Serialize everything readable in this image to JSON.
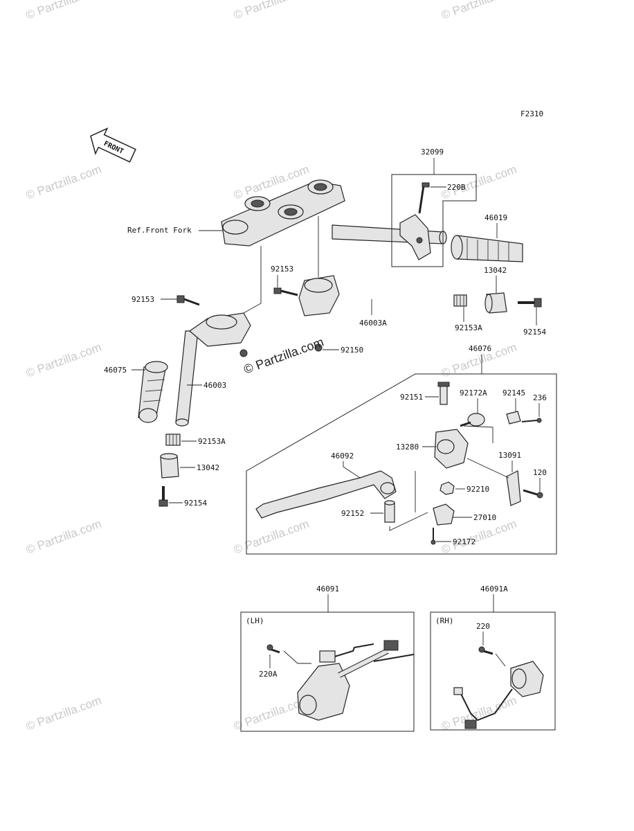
{
  "diagram_code": "F2310",
  "front_arrow_label": "FRONT",
  "ref_label": "Ref.Front Fork",
  "callouts": {
    "c32099": "32099",
    "c220b": "220B",
    "c46019": "46019",
    "c13042_top": "13042",
    "c92154_right": "92154",
    "c92153a_right": "92153A",
    "c46003a": "46003A",
    "c92153_mid": "92153",
    "c92150": "92150",
    "c92153_left": "92153",
    "c46075": "46075",
    "c46003": "46003",
    "c92153a_left": "92153A",
    "c13042_left": "13042",
    "c92154_left": "92154",
    "c46076": "46076",
    "c92151": "92151",
    "c92172a": "92172A",
    "c92145": "92145",
    "c236": "236",
    "c13280": "13280",
    "c46092": "46092",
    "c13091": "13091",
    "c120": "120",
    "c92210": "92210",
    "c92152": "92152",
    "c27010": "27010",
    "c92172": "92172",
    "c46091": "46091",
    "c46091a": "46091A",
    "c220a": "220A",
    "c220": "220"
  },
  "box_tags": {
    "lh": "(LH)",
    "rh": "(RH)"
  },
  "watermark": "© Partzilla.com"
}
